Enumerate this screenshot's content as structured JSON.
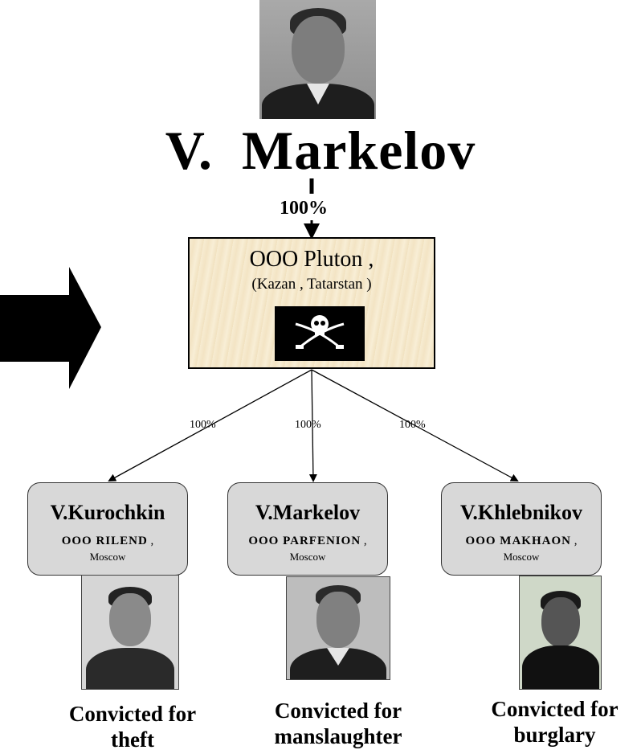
{
  "header": {
    "name": "V.  Markelov",
    "ownership_percent": "100%"
  },
  "parent_company": {
    "name": "OOO  Pluton ,",
    "location": "(Kazan , Tatarstan )"
  },
  "edges": [
    {
      "label": "100%"
    },
    {
      "label": "100%"
    },
    {
      "label": "100%"
    }
  ],
  "subsidiaries": [
    {
      "person": "V.Kurochkin",
      "company": "OOO  RILEND",
      "sep": " ,",
      "city": "Moscow",
      "caption_line1": "Convicted for",
      "caption_line2": "theft"
    },
    {
      "person": "V.Markelov",
      "company": "OOO  PARFENION",
      "sep": " ,",
      "city": "Moscow",
      "caption_line1": "Convicted for",
      "caption_line2": "manslaughter"
    },
    {
      "person": "V.Khlebnikov",
      "company": "OOO  MAKHAON",
      "sep": " ,",
      "city": "Moscow",
      "caption_line1": "Convicted for",
      "caption_line2": "burglary"
    }
  ],
  "colors": {
    "parent_box_fill": "#f5e8cc",
    "person_box_fill": "#d8d8d8",
    "flag": "#000000",
    "pointer_arrow": "#000000"
  },
  "icons": {
    "flag": "jolly-roger-icon",
    "pointer": "big-right-arrow-icon"
  }
}
